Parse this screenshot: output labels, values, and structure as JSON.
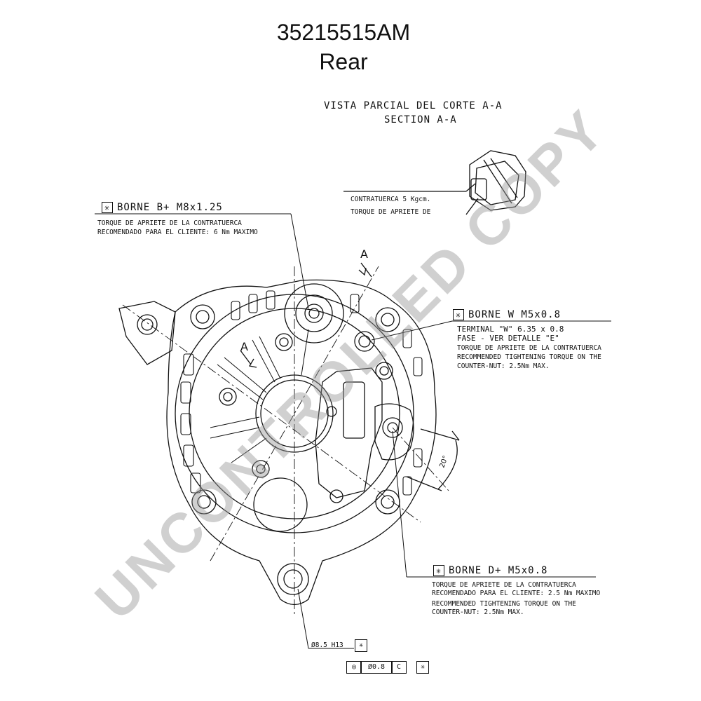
{
  "title": {
    "part_number": "35215515AM",
    "view": "Rear"
  },
  "section_view": {
    "line1": "VISTA PARCIAL DEL CORTE A-A",
    "line2": "SECTION A-A"
  },
  "contratuerca": {
    "line1": "CONTRATUERCA 5 Kgcm.",
    "line2": "TORQUE DE APRIETE DE"
  },
  "borne_b": {
    "heading": "BORNE B+ M8x1.25",
    "line1": "TORQUE DE APRIETE DE LA CONTRATUERCA",
    "line2": "RECOMENDADO PARA EL CLIENTE: 6 Nm MAXIMO"
  },
  "borne_w": {
    "heading": "BORNE W M5x0.8",
    "line1": "TERMINAL \"W\" 6.35 x 0.8",
    "line2": "FASE  - VER DETALLE \"E\"",
    "line3": "TORQUE DE APRIETE DE LA CONTRATUERCA",
    "line4": "RECOMMENDED TIGHTENING TORQUE ON THE",
    "line5": "COUNTER-NUT: 2.5Nm MAX."
  },
  "borne_d": {
    "heading": "BORNE D+ M5x0.8",
    "line1": "TORQUE DE APRIETE DE LA CONTRATUERCA",
    "line2": "RECOMENDADO PARA EL CLIENTE: 2.5 Nm MAXIMO",
    "line3": "RECOMMENDED TIGHTENING TORQUE ON THE",
    "line4": "COUNTER-NUT: 2.5Nm MAX."
  },
  "section_marks": {
    "a1": "A",
    "a2": "A"
  },
  "angle": "20°",
  "tolerance": {
    "hole": "Ø8.5 H13",
    "position": "Ø0.8",
    "datum": "C"
  },
  "star_symbol": "✳",
  "watermark": "UNCONTROLLED COPY"
}
